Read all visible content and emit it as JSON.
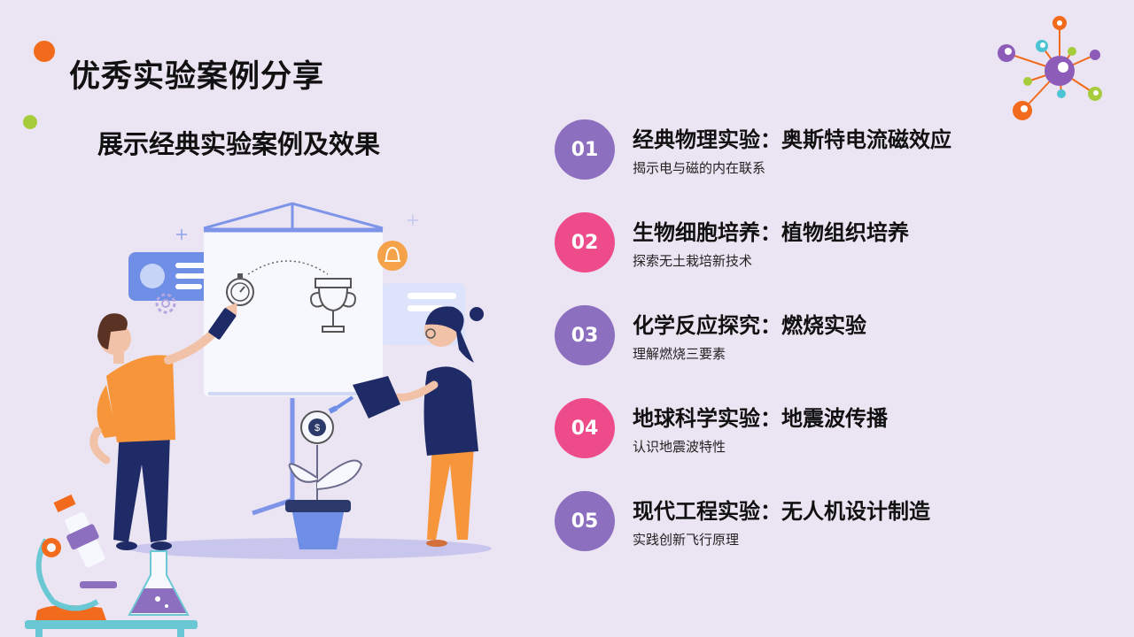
{
  "slide": {
    "title": "优秀实验案例分享",
    "subtitle": "展示经典实验案例及效果"
  },
  "items": [
    {
      "number": "01",
      "title": "经典物理实验：奥斯特电流磁效应",
      "desc": "揭示电与磁的内在联系",
      "color": "#8d6fc0"
    },
    {
      "number": "02",
      "title": "生物细胞培养：植物组织培养",
      "desc": "探索无土栽培新技术",
      "color": "#ee4b8a"
    },
    {
      "number": "03",
      "title": "化学反应探究：燃烧实验",
      "desc": "理解燃烧三要素",
      "color": "#8d6fc0"
    },
    {
      "number": "04",
      "title": "地球科学实验：地震波传播",
      "desc": "认识地震波特性",
      "color": "#ee4b8a"
    },
    {
      "number": "05",
      "title": "现代工程实验：无人机设计制造",
      "desc": "实践创新飞行原理",
      "color": "#8d6fc0"
    }
  ],
  "colors": {
    "background": "#ebe5f3",
    "accent_orange": "#f26a1b",
    "accent_green": "#a6cc3c",
    "purple": "#8d6fc0",
    "pink": "#ee4b8a"
  },
  "icons": [
    "molecule-icon",
    "bell-icon",
    "stopwatch-icon",
    "trophy-icon",
    "dollar-coin-icon",
    "gear-icon",
    "pencil-icon",
    "microscope-icon",
    "flask-icon",
    "watering-can-icon"
  ]
}
